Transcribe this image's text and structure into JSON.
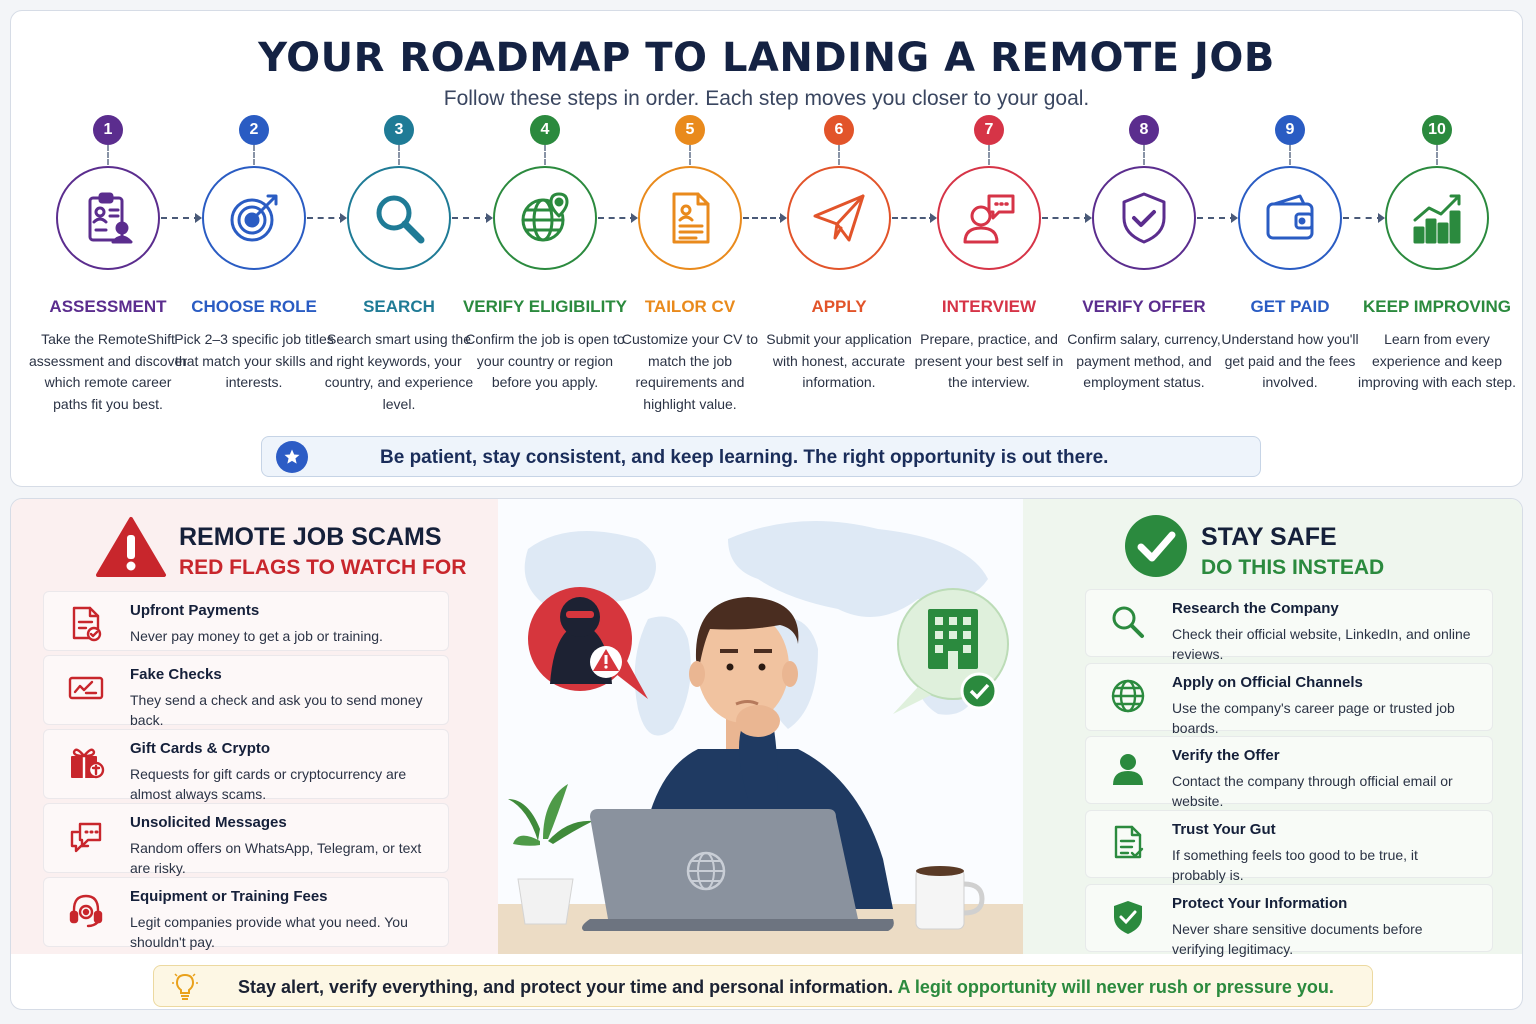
{
  "roadmap": {
    "title": "YOUR ROADMAP TO LANDING A REMOTE JOB",
    "subtitle": "Follow these steps in order. Each step moves you closer to your goal.",
    "steps": [
      {
        "num": "1",
        "label": "ASSESSMENT",
        "desc": "Take the RemoteShift assessment and discover which remote career paths fit you best.",
        "color": "#5b2d8e",
        "icon": "clipboard-profile-icon"
      },
      {
        "num": "2",
        "label": "CHOOSE ROLE",
        "desc": "Pick 2–3 specific job titles that match your skills and interests.",
        "color": "#2a5cc3",
        "icon": "target-icon"
      },
      {
        "num": "3",
        "label": "SEARCH",
        "desc": "Search smart using the right keywords, your country, and experience level.",
        "color": "#1f7b96",
        "icon": "magnifier-icon"
      },
      {
        "num": "4",
        "label": "VERIFY ELIGIBILITY",
        "desc": "Confirm the job is open to your country or region before you apply.",
        "color": "#2b8a3e",
        "icon": "globe-pin-icon"
      },
      {
        "num": "5",
        "label": "TAILOR CV",
        "desc": "Customize your CV to match the job requirements and highlight value.",
        "color": "#e98a1c",
        "icon": "cv-document-icon"
      },
      {
        "num": "6",
        "label": "APPLY",
        "desc": "Submit your application with honest, accurate information.",
        "color": "#e2542a",
        "icon": "paper-plane-icon"
      },
      {
        "num": "7",
        "label": "INTERVIEW",
        "desc": "Prepare, practice, and present your best self in the interview.",
        "color": "#d63447",
        "icon": "interview-chat-icon"
      },
      {
        "num": "8",
        "label": "VERIFY OFFER",
        "desc": "Confirm salary, currency, payment method, and employment status.",
        "color": "#5b2d8e",
        "icon": "shield-check-icon"
      },
      {
        "num": "9",
        "label": "GET PAID",
        "desc": "Understand how you'll get paid and the fees involved.",
        "color": "#2a5cc3",
        "icon": "wallet-icon"
      },
      {
        "num": "10",
        "label": "KEEP IMPROVING",
        "desc": "Learn from every experience and keep improving with each step.",
        "color": "#2b8a3e",
        "icon": "growth-chart-icon"
      }
    ],
    "banner": "Be patient, stay consistent, and keep learning. The right opportunity is out there."
  },
  "scams": {
    "heading": "REMOTE JOB SCAMS",
    "subheading": "RED FLAGS TO WATCH FOR",
    "accent": "#c8262c",
    "items": [
      {
        "title": "Upfront Payments",
        "desc": "Never pay money to get a job or training.",
        "icon": "payment-doc-icon"
      },
      {
        "title": "Fake Checks",
        "desc": "They send a check and ask you to send money back.",
        "icon": "check-icon"
      },
      {
        "title": "Gift Cards & Crypto",
        "desc": "Requests for gift cards or cryptocurrency are almost always scams.",
        "icon": "gift-card-icon"
      },
      {
        "title": "Unsolicited Messages",
        "desc": "Random offers on WhatsApp, Telegram, or text are risky.",
        "icon": "chat-bubble-icon"
      },
      {
        "title": "Equipment or Training Fees",
        "desc": "Legit companies provide what you need. You shouldn't pay.",
        "icon": "headset-gear-icon"
      }
    ]
  },
  "safe": {
    "heading": "STAY SAFE",
    "subheading": "DO THIS INSTEAD",
    "accent": "#2b8a3e",
    "items": [
      {
        "title": "Research the Company",
        "desc": "Check their official website, LinkedIn, and online reviews.",
        "icon": "search-icon"
      },
      {
        "title": "Apply on Official Channels",
        "desc": "Use the company's career page or trusted job boards.",
        "icon": "globe-icon"
      },
      {
        "title": "Verify the Offer",
        "desc": "Contact the company through official email or website.",
        "icon": "person-icon"
      },
      {
        "title": "Trust Your Gut",
        "desc": "If something feels too good to be true, it probably is.",
        "icon": "checklist-doc-icon"
      },
      {
        "title": "Protect Your Information",
        "desc": "Never share sensitive documents before verifying legitimacy.",
        "icon": "shield-check-icon"
      }
    ]
  },
  "footer": {
    "text": "Stay alert, verify everything, and protect your time and personal information.",
    "highlight": "A legit opportunity will never rush or pressure you."
  }
}
